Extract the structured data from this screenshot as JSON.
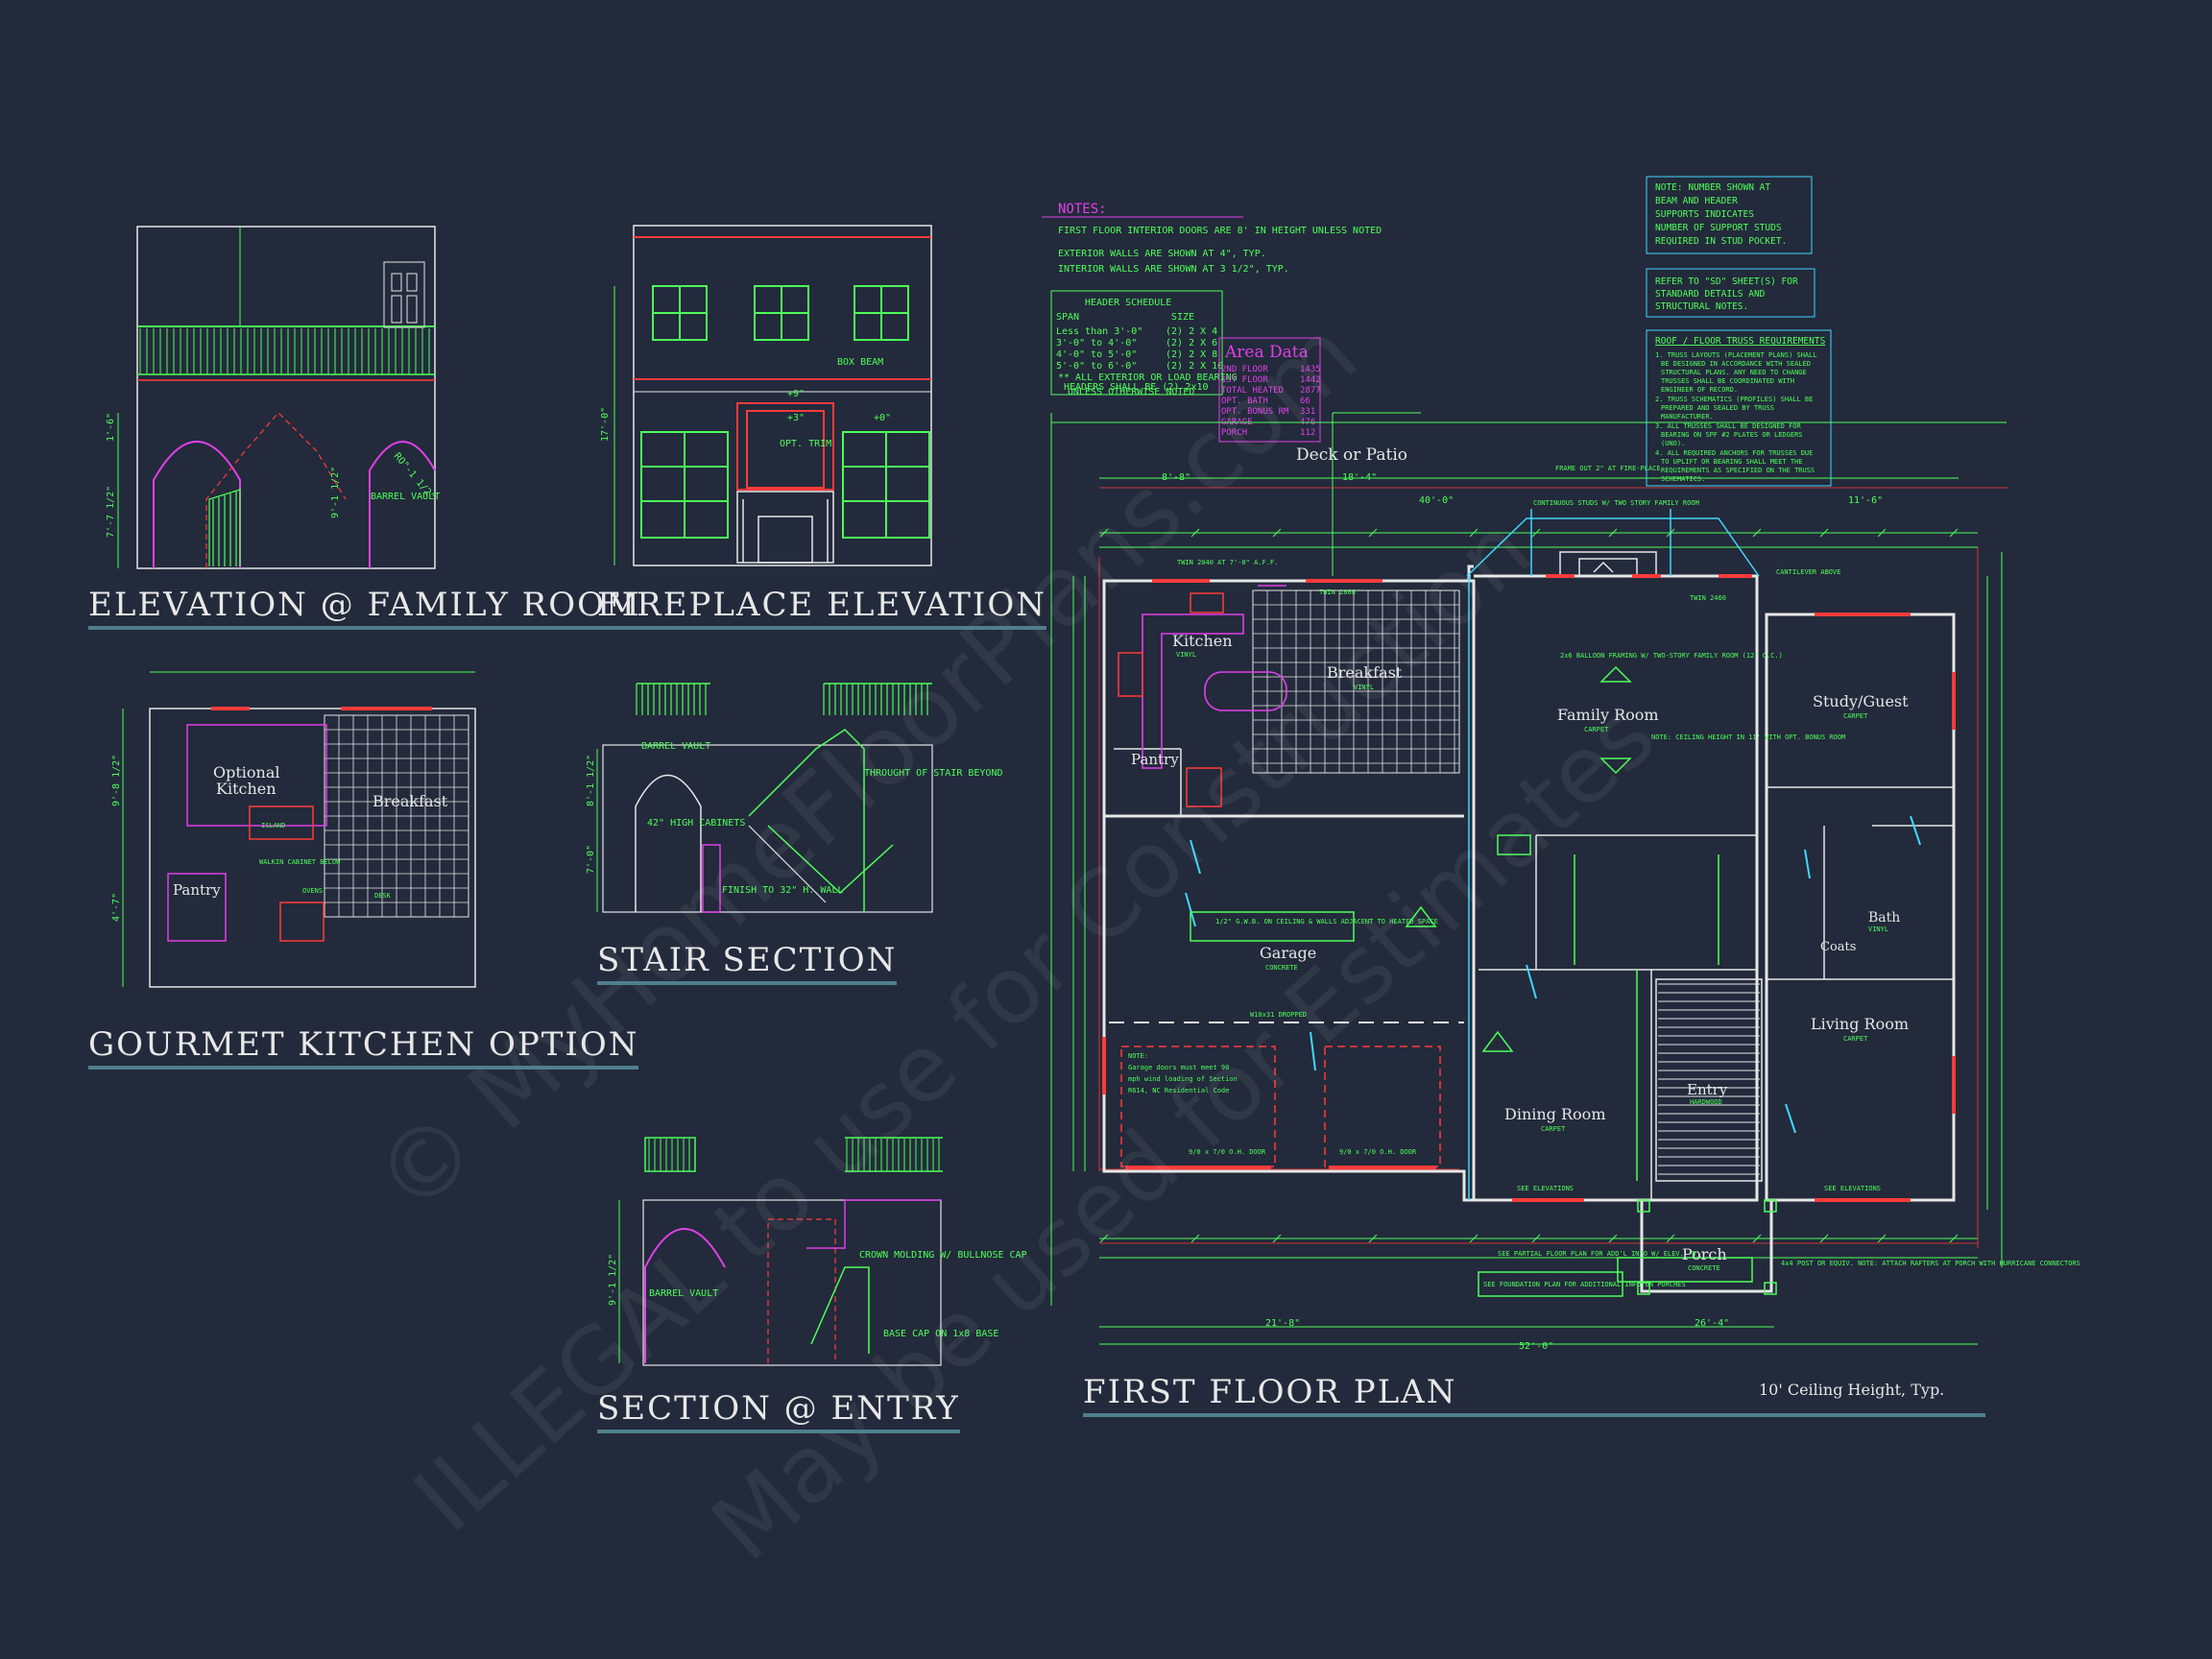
{
  "titles": {
    "elev_family": "ELEVATION @ FAMILY ROOM",
    "fireplace": "FIREPLACE ELEVATION",
    "gourmet": "GOURMET KITCHEN OPTION",
    "stair": "STAIR SECTION",
    "entry": "SECTION @ ENTRY",
    "floor": "FIRST FLOOR PLAN",
    "ceiling": "10' Ceiling Height, Typ."
  },
  "notes": {
    "heading": "NOTES:",
    "line1": "FIRST FLOOR INTERIOR DOORS ARE 8' IN HEIGHT UNLESS NOTED",
    "line2": "EXTERIOR WALLS ARE SHOWN AT 4\", TYP.",
    "line3": "INTERIOR WALLS ARE SHOWN AT 3 1/2\", TYP."
  },
  "header_schedule": {
    "title": "HEADER SCHEDULE",
    "col_span": "SPAN",
    "col_size": "SIZE",
    "rows": [
      [
        "Less than 3'-0\"",
        "(2) 2 X 4"
      ],
      [
        "3'-0\" to 4'-0\"",
        "(2) 2 X 6"
      ],
      [
        "4'-0\" to 5'-0\"",
        "(2) 2 X 8"
      ],
      [
        "5'-0\" to 6'-0\"",
        "(2) 2 X 10"
      ]
    ],
    "footnote1": "** ALL EXTERIOR OR LOAD BEARING",
    "footnote2": "HEADERS SHALL BE (2) 2x10",
    "footnote3": "UNLESS OTHERWISE NOTED"
  },
  "area_data": {
    "title": "Area Data",
    "rows": [
      [
        "2ND FLOOR",
        "1435"
      ],
      [
        "1ST FLOOR",
        "1442"
      ],
      [
        "TOTAL HEATED",
        "2877"
      ],
      [
        "OPT. BATH",
        "66"
      ],
      [
        "OPT. BONUS RM",
        "331"
      ],
      [
        "GARAGE",
        "476"
      ],
      [
        "PORCH",
        "112"
      ]
    ]
  },
  "right_notes": {
    "n1": [
      "NOTE: NUMBER SHOWN AT",
      "BEAM AND HEADER",
      "SUPPORTS INDICATES",
      "NUMBER OF SUPPORT STUDS",
      "REQUIRED IN STUD POCKET."
    ],
    "n2": [
      "REFER TO \"SD\" SHEET(S) FOR",
      "STANDARD DETAILS AND",
      "STRUCTURAL NOTES."
    ],
    "n3_title": "ROOF / FLOOR TRUSS REQUIREMENTS",
    "n3": [
      "1. TRUSS LAYOUTS (PLACEMENT PLANS) SHALL",
      "BE DESIGNED IN ACCORDANCE WITH SEALED",
      "STRUCTURAL PLANS. ANY NEED TO CHANGE",
      "TRUSSES SHALL BE COORDINATED WITH",
      "ENGINEER OF RECORD.",
      "2. TRUSS SCHEMATICS (PROFILES) SHALL BE",
      "PREPARED AND SEALED BY TRUSS",
      "MANUFACTURER.",
      "3. ALL TRUSSES SHALL BE DESIGNED FOR",
      "BEARING ON SPF #2 PLATES OR LEDGERS",
      "(UNO).",
      "4. ALL REQUIRED ANCHORS FOR TRUSSES DUE",
      "TO UPLIFT OR BEARING SHALL MEET THE",
      "REQUIREMENTS AS SPECIFIED ON THE TRUSS",
      "SCHEMATICS."
    ]
  },
  "rooms": {
    "deck": "Deck or Patio",
    "kitchen": "Kitchen",
    "breakfast": "Breakfast",
    "family": "Family Room",
    "study": "Study/Guest",
    "pantry": "Pantry",
    "garage": "Garage",
    "dining": "Dining Room",
    "entry": "Entry",
    "living": "Living Room",
    "bath": "Bath",
    "coats": "Coats",
    "porch": "Porch",
    "opt_kitchen_1": "Optional",
    "opt_kitchen_2": "Kitchen",
    "g_breakfast": "Breakfast",
    "g_pantry": "Pantry"
  },
  "room_subs": {
    "kitchen": "VINYL",
    "breakfast": "VINYL",
    "family": "CARPET",
    "study": "CARPET",
    "garage": "CONCRETE",
    "dining": "CARPET",
    "entry": "HARDWOOD",
    "living": "CARPET",
    "bath": "VINYL",
    "porch": "CONCRETE"
  },
  "plan_labels": {
    "barrel_vault": "BARREL VAULT",
    "box_beam": "BOX BEAM",
    "opt_trim": "OPT. TRIM",
    "high_cabinets": "42\" HIGH CABINETS",
    "thruout": "THROUGHT OF STAIR BEYOND",
    "finish": "FINISH TO 32\" H. WALL",
    "crown": "CROWN MOLDING W/ BULLNOSE CAP",
    "base_cap": "BASE CAP ON 1x8 BASE",
    "garage_note": [
      "NOTE:",
      "Garage doors must meet 90",
      "mph wind loading of Section",
      "R614, NC Residential Code"
    ],
    "gwb": "1/2\" G.W.B. ON CEILING & WALLS ADJACENT TO HEATED SPACE",
    "door1": "9/0 x 7/0 O.H. DOOR",
    "door2": "9/0 x 7/0 O.H. DOOR",
    "beam": "W10x31 DROPPED",
    "twin2040": "TWIN 2040 AT 7'-0\" A.F.F.",
    "twin2860": "TWIN 2860",
    "twin2460": "TWIN 2460",
    "cantilever": "CANTILEVER ABOVE",
    "see_elev": "SEE ELEVATIONS",
    "see_partial": "SEE PARTIAL FLOOR PLAN FOR ADD'L INFO W/ ELEV. 'B'",
    "see_found": "SEE FOUNDATION PLAN FOR ADDITIONAL INFO ON PORCHES",
    "post": "4x4 POST OR EQUIV. NOTE: ATTACH RAFTERS AT PORCH WITH HURRICANE CONNECTORS",
    "ceiling_note": "NOTE: CEILING HEIGHT IN 11' WITH OPT. BONUS ROOM",
    "continuous": "CONTINUOUS STUDS W/ TWO STORY FAMILY ROOM",
    "frame": "FRAME OUT 2\" AT FIRE-PLACE",
    "balloon": "2x6 BALLOON FRAMING W/ TWO-STORY FAMILY ROOM (12\" O.C.)",
    "dims_top": [
      "8'-8\"",
      "18'-4\"",
      "40'-0\"",
      "11'-6\""
    ],
    "dims_bottom": [
      "21'-8\"",
      "26'-4\"",
      "52'-0\""
    ]
  },
  "watermark": {
    "line1": "© MyHomeFloorPlans.com",
    "line2": "ILLEGAL to use for Construction",
    "line3": "May be used for Estimates"
  },
  "colors": {
    "background": "#232a3b",
    "green": "#4dff5a",
    "white": "#e6e6e6",
    "red": "#ff3b3b",
    "magenta": "#e040e8",
    "cyan": "#3fd8ff",
    "title_underline": "#4f7f8c"
  }
}
